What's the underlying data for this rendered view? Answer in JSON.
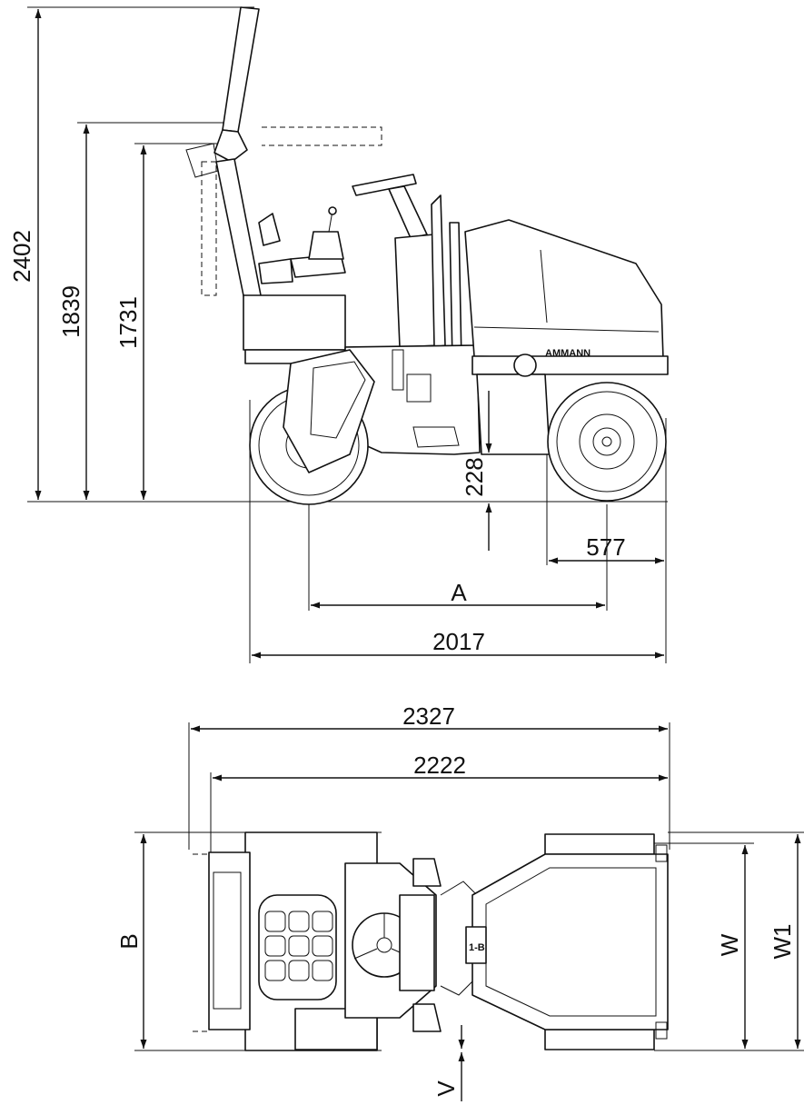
{
  "side_view": {
    "dims": {
      "total_height": "2402",
      "height_1839": "1839",
      "height_1731": "1731",
      "ground_clearance": "228",
      "overhang": "577",
      "wheelbase": "A",
      "overall_length": "2017"
    },
    "brand": "AMMANN"
  },
  "top_view": {
    "dims": {
      "length_2327": "2327",
      "length_2222": "2222",
      "width_b": "B",
      "width_w": "W",
      "width_w1": "W1",
      "offset_v": "V"
    },
    "badge": "1-B"
  },
  "colors": {
    "line": "#111111",
    "background": "#ffffff"
  }
}
